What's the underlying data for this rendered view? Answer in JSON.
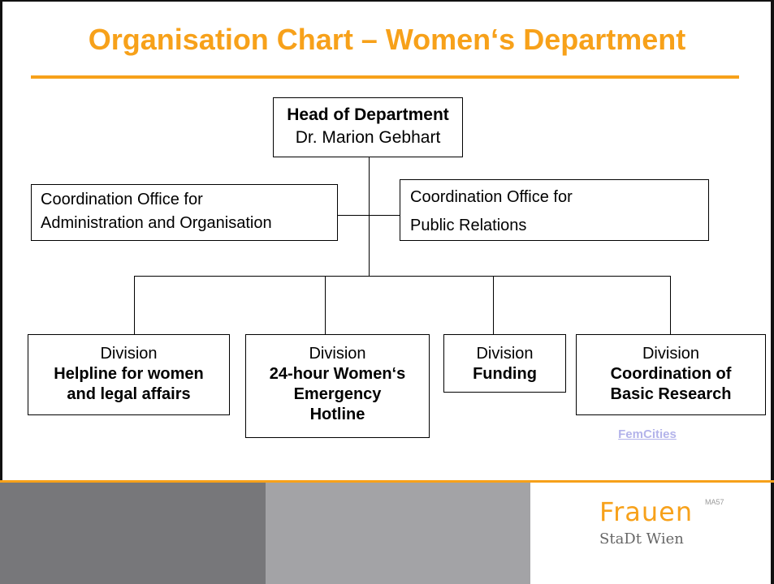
{
  "title": "Organisation Chart – Women‘s Department",
  "head": {
    "role": "Head of Department",
    "name": "Dr. Marion Gebhart"
  },
  "coordination_offices": [
    {
      "line1": "Coordination Office for",
      "line2": "Administration and Organisation"
    },
    {
      "line1": "Coordination Office for",
      "line2": "Public Relations"
    }
  ],
  "divisions": [
    {
      "label": "Division",
      "name_lines": [
        "Helpline for women",
        "and legal affairs"
      ]
    },
    {
      "label": "Division",
      "name_lines": [
        "24-hour Women‘s",
        "Emergency",
        "Hotline"
      ]
    },
    {
      "label": "Division",
      "name_lines": [
        "Funding"
      ]
    },
    {
      "label": "Division",
      "name_lines": [
        "Coordination of",
        "Basic Research"
      ]
    }
  ],
  "link": {
    "text": "FemCities"
  },
  "logo": {
    "wordmark": "Frauen",
    "ma": "MA57",
    "city": "StaDt Wien"
  },
  "colors": {
    "accent": "#f7a11a",
    "band_dark": "#77777a",
    "band_mid": "#a3a3a6",
    "link": "#b3b3ea"
  }
}
